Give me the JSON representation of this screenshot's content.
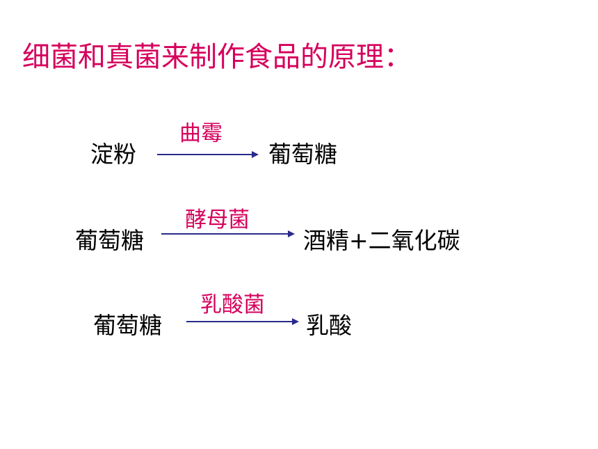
{
  "slide": {
    "title": "细菌和真菌来制作食品的原理：",
    "colors": {
      "accent": "#d6005c",
      "arrow": "#2a2a8c",
      "text": "#000000"
    },
    "reactions": [
      {
        "reactant": "淀粉",
        "organism": "曲霉",
        "product": "葡萄糖"
      },
      {
        "reactant": "葡萄糖",
        "organism": "酵母菌",
        "product": "酒精+二氧化碳"
      },
      {
        "reactant": "葡萄糖",
        "organism": "乳酸菌",
        "product": "乳酸"
      }
    ]
  }
}
